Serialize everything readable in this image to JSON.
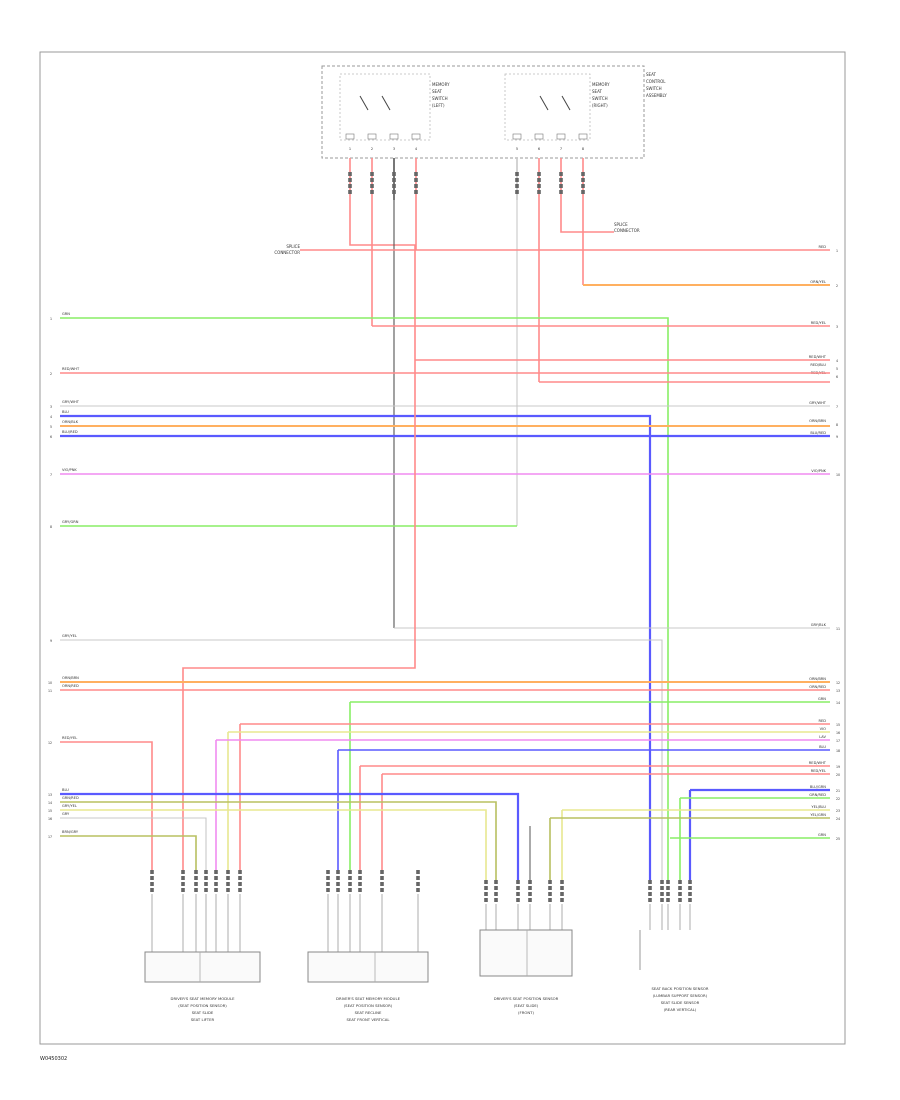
{
  "diagram": {
    "page_code": "W0450302",
    "colors": {
      "red": "#ff8a8a",
      "green": "#88ee66",
      "blue": "#5a5aff",
      "orange": "#ffb060",
      "magenta": "#f08cf0",
      "gray": "#c8c8c8",
      "dark": "#555555",
      "yellow": "#e8e890",
      "olive": "#b8c060"
    },
    "top_module": {
      "left_switch_label": [
        "MEMORY",
        "SEAT",
        "SWITCH",
        "(LEFT)"
      ],
      "right_switch_label": [
        "MEMORY",
        "SEAT",
        "SWITCH",
        "(RIGHT)"
      ],
      "outer_label": [
        "SEAT",
        "CONTROL",
        "SWITCH",
        "ASSEMBLY"
      ],
      "pins_left": [
        "1",
        "2",
        "3",
        "4"
      ],
      "pins_right": [
        "5",
        "6",
        "7",
        "8"
      ]
    },
    "junction_label_left": [
      "SPLICE",
      "CONNECTOR"
    ],
    "junction_label_right": [
      "SPLICE",
      "CONNECTOR"
    ],
    "left_wires": [
      {
        "label": "GRN",
        "color": "green"
      },
      {
        "label": "RED/WHT",
        "color": "red"
      },
      {
        "label": "GRY/WHT",
        "color": "gray"
      },
      {
        "label": "BLU",
        "color": "blue"
      },
      {
        "label": "ORN/BLK",
        "color": "orange"
      },
      {
        "label": "BLU/RED",
        "color": "blue"
      },
      {
        "label": "VIO/PNK",
        "color": "magenta"
      },
      {
        "label": "GRY/GRN",
        "color": "green"
      },
      {
        "label": "GRY/YEL",
        "color": "gray"
      },
      {
        "label": "ORN/BRN",
        "color": "orange"
      },
      {
        "label": "ORN/RED",
        "color": "red"
      },
      {
        "label": "RED/YEL",
        "color": "red"
      },
      {
        "label": "BLU",
        "color": "blue"
      },
      {
        "label": "GRN/RED",
        "color": "green"
      },
      {
        "label": "GRY/YEL",
        "color": "yellow"
      },
      {
        "label": "GRY",
        "color": "gray"
      },
      {
        "label": "BRN/GRY",
        "color": "olive"
      }
    ],
    "right_wires": [
      {
        "label": "RED",
        "color": "red"
      },
      {
        "label": "ORN/YEL",
        "color": "orange"
      },
      {
        "label": "RED/YEL",
        "color": "red"
      },
      {
        "label": "RED/WHT",
        "color": "red"
      },
      {
        "label": "RED/BLU",
        "color": "red"
      },
      {
        "label": "RED/YEL",
        "color": "red"
      },
      {
        "label": "GRY/WHT",
        "color": "gray"
      },
      {
        "label": "ORN/BRN",
        "color": "orange"
      },
      {
        "label": "BLU/RED",
        "color": "blue"
      },
      {
        "label": "VIO/PNK",
        "color": "magenta"
      },
      {
        "label": "GRY/BLK",
        "color": "gray"
      },
      {
        "label": "ORN/BRN",
        "color": "orange"
      },
      {
        "label": "ORN/RED",
        "color": "red"
      },
      {
        "label": "GRN",
        "color": "green"
      },
      {
        "label": "RED",
        "color": "red"
      },
      {
        "label": "VIO",
        "color": "magenta"
      },
      {
        "label": "LAV",
        "color": "magenta"
      },
      {
        "label": "BLU",
        "color": "blue"
      },
      {
        "label": "RED/WHT",
        "color": "red"
      },
      {
        "label": "RED/YEL",
        "color": "red"
      },
      {
        "label": "BLU/GRN",
        "color": "blue"
      },
      {
        "label": "GRN/RED",
        "color": "green"
      },
      {
        "label": "YEL/BLU",
        "color": "yellow"
      },
      {
        "label": "YEL/GRN",
        "color": "yellow"
      },
      {
        "label": "GRN",
        "color": "green"
      }
    ],
    "bottom_modules": [
      {
        "label": [
          "DRIVER'S SEAT MEMORY MODULE",
          "(SEAT POSITION SENSOR)",
          "SEAT SLIDE",
          "SEAT LIFTER"
        ]
      },
      {
        "label": [
          "DRIVER'S SEAT MEMORY MODULE",
          "(SEAT POSITION SENSOR)",
          "SEAT RECLINE",
          "SEAT FRONT VERTICAL"
        ]
      },
      {
        "label": [
          "DRIVER'S SEAT POSITION SENSOR",
          "(SEAT SLIDE)",
          "(FRONT)"
        ]
      },
      {
        "label": [
          "SEAT BACK POSITION SENSOR",
          "(LUMBAR SUPPORT SENSOR)",
          "SEAT SLIDE SENSOR",
          "(REAR VERTICAL)"
        ]
      }
    ]
  }
}
